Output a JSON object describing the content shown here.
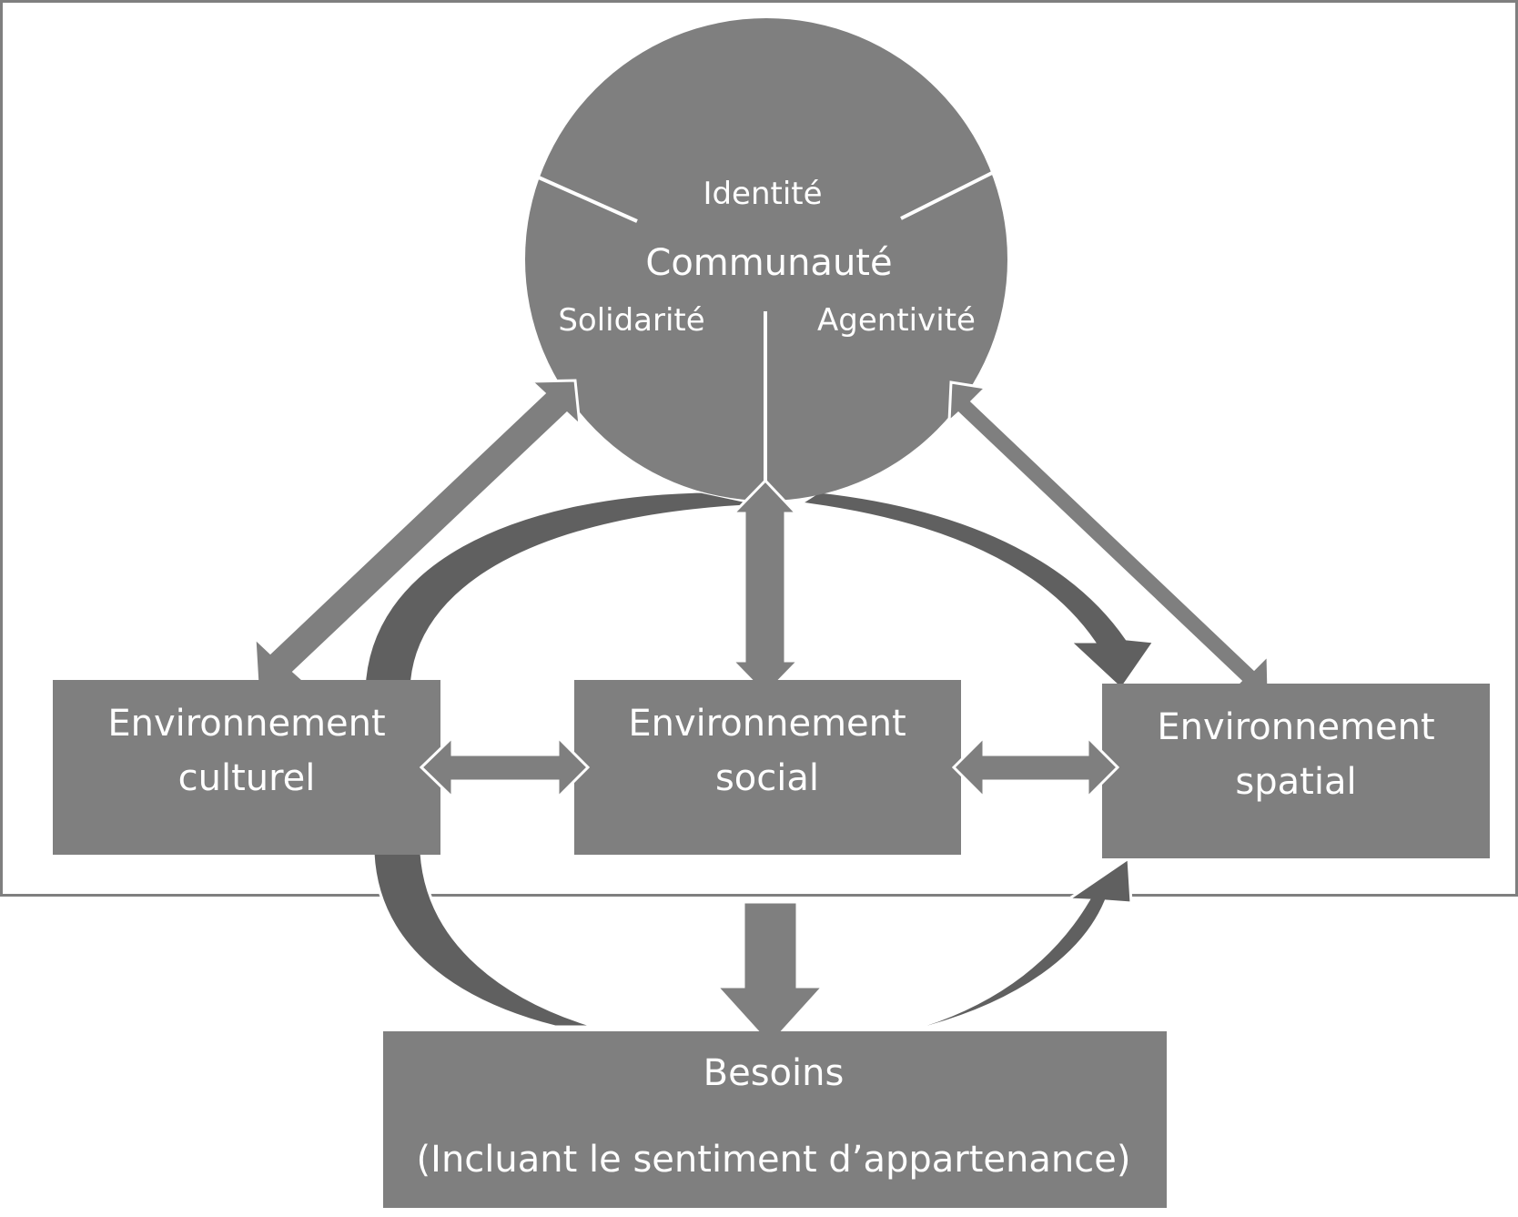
{
  "diagram": {
    "community": {
      "title": "Communauté",
      "segments": [
        "Identité",
        "Solidarité",
        "Agentivité"
      ]
    },
    "environments": {
      "cultural": {
        "line1": "Environnement",
        "line2": "culturel"
      },
      "social": {
        "line1": "Environnement",
        "line2": "social"
      },
      "spatial": {
        "line1": "Environnement",
        "line2": "spatial"
      }
    },
    "needs": {
      "title": "Besoins",
      "subtitle": "(Incluant le sentiment d’appartenance)"
    },
    "colors": {
      "fill": "#7f7f7f",
      "fill_dark": "#606060",
      "frame": "#7f7f7f",
      "text": "#ffffff"
    }
  }
}
